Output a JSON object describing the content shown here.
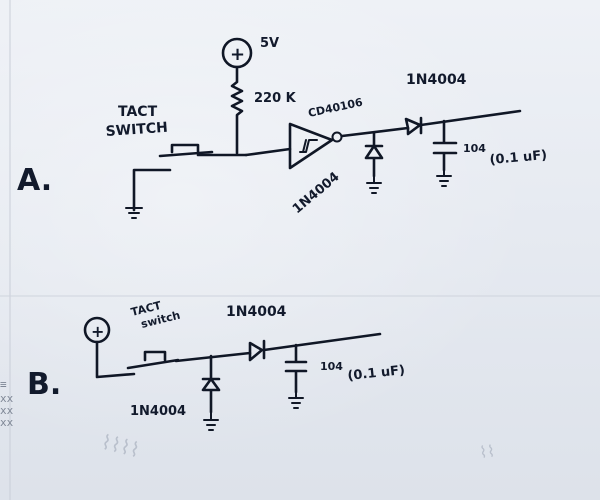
{
  "labels": {
    "circuit_a": "A.",
    "circuit_b": "B.",
    "supply_plus": "+",
    "supply_voltage": "5V",
    "resistor": "220 K",
    "switch_a_line1": "TACT",
    "switch_a_line2": "SWITCH",
    "inverter_part": "CD40106",
    "diode_a_shunt": "1N4004",
    "diode_a_series": "1N4004",
    "cap_a_code": "104",
    "cap_a_value": "(0.1 uF)",
    "supply_b_plus": "+",
    "switch_b_line1": "TACT",
    "switch_b_line2": "switch",
    "diode_b_series": "1N4004",
    "diode_b_shunt": "1N4004",
    "cap_b_code": "104",
    "cap_b_value": "(0.1 uF)"
  }
}
